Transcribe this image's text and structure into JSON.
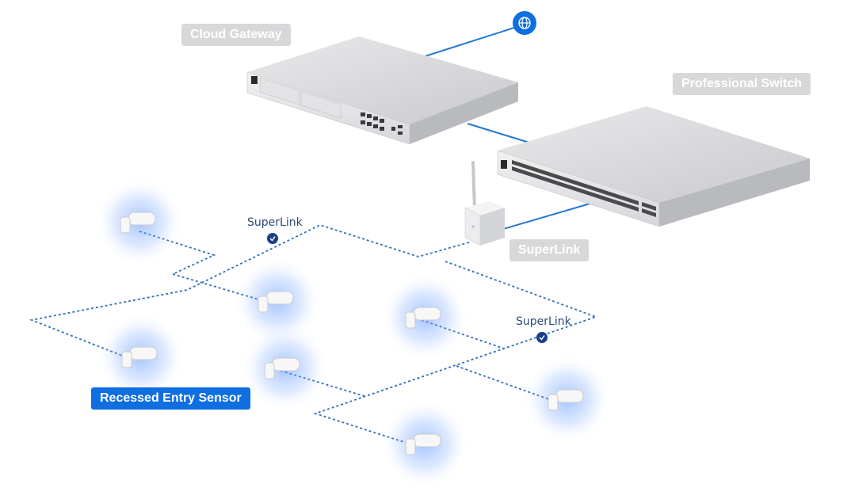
{
  "labels": {
    "cloud_gateway": "Cloud Gateway",
    "professional_switch": "Professional Switch",
    "superlink_device": "SuperLink",
    "sensor": "Recessed Entry Sensor",
    "link_1": "SuperLink",
    "link_2": "SuperLink"
  },
  "icons": {
    "internet": "globe-icon",
    "link_node": "check-link-icon"
  },
  "colors": {
    "accent_blue": "#0f6ee0",
    "wire_blue": "#2377d4",
    "dashed_link": "#2f6fbf",
    "sensor_glow": "#5b93ff",
    "label_gray": "#d8d8da"
  }
}
